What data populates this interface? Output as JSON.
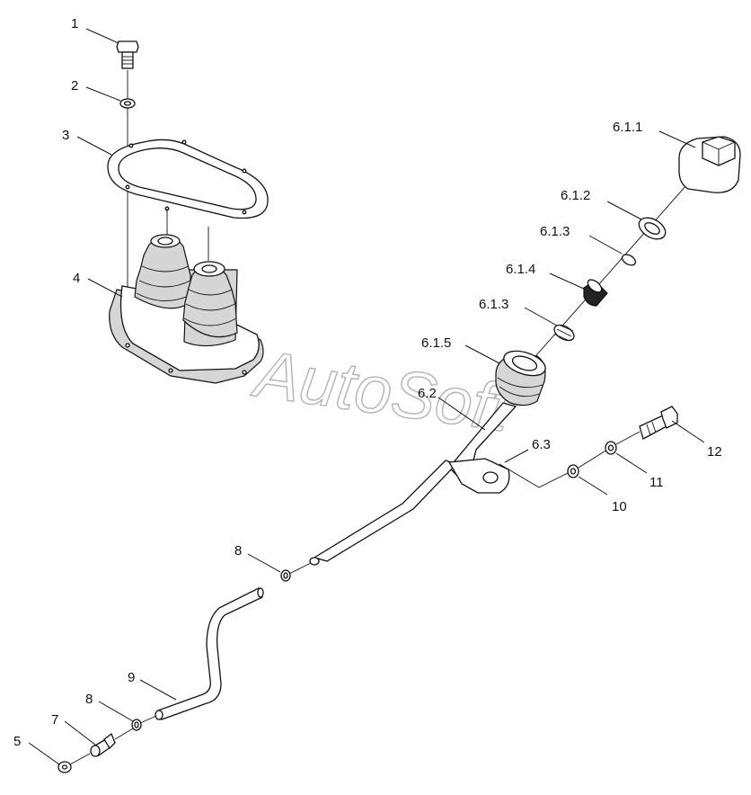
{
  "watermark": "AutoSoft",
  "labels": {
    "p1": "1",
    "p2": "2",
    "p3": "3",
    "p4": "4",
    "p5": "5",
    "p7": "7",
    "p8a": "8",
    "p8b": "8",
    "p9": "9",
    "p10": "10",
    "p11": "11",
    "p12": "12",
    "p611": "6.1.1",
    "p612": "6.1.2",
    "p613a": "6.1.3",
    "p614": "6.1.4",
    "p613b": "6.1.3",
    "p615": "6.1.5",
    "p62": "6.2",
    "p63": "6.3"
  }
}
